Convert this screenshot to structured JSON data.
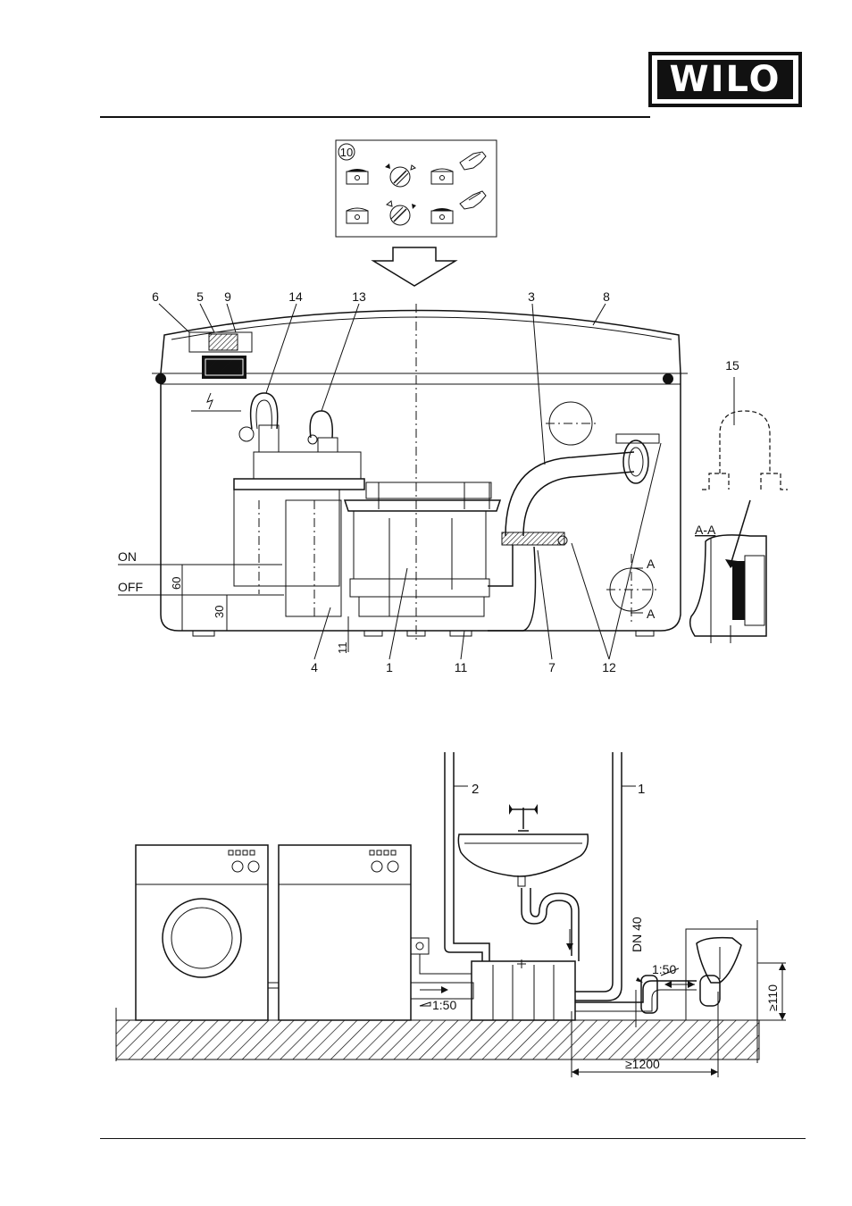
{
  "header": {
    "logo_text": "WILO"
  },
  "inset": {
    "number": "10"
  },
  "pump_diagram": {
    "callouts": [
      "6",
      "5",
      "9",
      "14",
      "13",
      "3",
      "8",
      "15",
      "4",
      "1",
      "11",
      "7",
      "12"
    ],
    "level_labels": {
      "on": "ON",
      "off": "OFF"
    },
    "dimensions": {
      "d60": "60",
      "d30": "30",
      "d11": "11"
    },
    "section": {
      "title": "A-A",
      "mark": "A"
    }
  },
  "install_diagram": {
    "pipe_labels": {
      "p1": "1",
      "p2": "2"
    },
    "slope_left": "1:50",
    "slope_right": "1:50",
    "dn": "DN 40",
    "height_min": "≥110",
    "length_min": "≥1200"
  }
}
